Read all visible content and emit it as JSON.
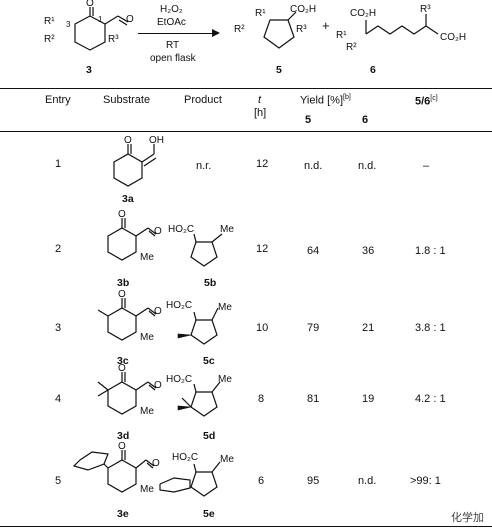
{
  "scheme": {
    "reagent_top": "H₂O₂",
    "reagent_solvent": "EtOAc",
    "condition_temp": "RT",
    "condition_air": "open flask",
    "substrate_label": "3",
    "product_a_label": "5",
    "product_b_label": "6",
    "plus": "+"
  },
  "table": {
    "headers": {
      "entry": "Entry",
      "substrate": "Substrate",
      "product": "Product",
      "t": "t",
      "t_unit": "[h]",
      "yield": "Yield [%]",
      "yield_note": "[b]",
      "yield_5": "5",
      "yield_6": "6",
      "ratio": "5/6",
      "ratio_note": "[c]"
    },
    "rows": [
      {
        "entry": "1",
        "substrate": "3a",
        "product": "n.r.",
        "product_label": "",
        "t": "12",
        "y5": "n.d.",
        "y6": "n.d.",
        "ratio": "–"
      },
      {
        "entry": "2",
        "substrate": "3b",
        "product": "",
        "product_label": "5b",
        "t": "12",
        "y5": "64",
        "y6": "36",
        "ratio": "1.8 : 1"
      },
      {
        "entry": "3",
        "substrate": "3c",
        "product": "",
        "product_label": "5c",
        "t": "10",
        "y5": "79",
        "y6": "21",
        "ratio": "3.8 : 1"
      },
      {
        "entry": "4",
        "substrate": "3d",
        "product": "",
        "product_label": "5d",
        "t": "8",
        "y5": "81",
        "y6": "19",
        "ratio": "4.2 : 1"
      },
      {
        "entry": "5",
        "substrate": "3e",
        "product": "",
        "product_label": "5e",
        "t": "6",
        "y5": "95",
        "y6": "n.d.",
        "ratio": ">99: 1"
      }
    ]
  },
  "atoms": {
    "O": "O",
    "OH": "OH",
    "Me": "Me",
    "HO2C": "HO₂C",
    "CO2H": "CO₂H",
    "R1": "R¹",
    "R2": "R²",
    "R3": "R³",
    "n1": "1",
    "n3": "3"
  },
  "watermark": "化学加"
}
